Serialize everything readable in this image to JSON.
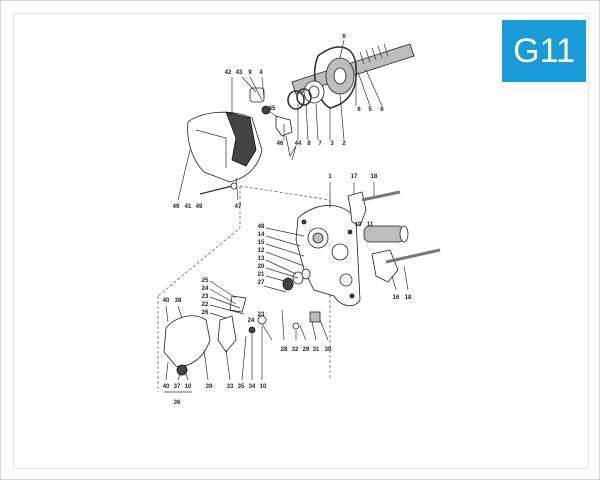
{
  "badge": {
    "text": "G11",
    "color": "#1a9bd7"
  },
  "callouts": [
    "6",
    "42",
    "43",
    "9",
    "4",
    "45",
    "46",
    "44",
    "8",
    "7",
    "3",
    "2",
    "6",
    "5",
    "6",
    "49",
    "41",
    "49",
    "47",
    "1",
    "17",
    "18",
    "19",
    "11",
    "48",
    "14",
    "15",
    "12",
    "13",
    "20",
    "21",
    "27",
    "16",
    "18",
    "25",
    "24",
    "23",
    "22",
    "26",
    "24",
    "40",
    "38",
    "23",
    "28",
    "32",
    "29",
    "31",
    "30",
    "40",
    "37",
    "10",
    "39",
    "33",
    "35",
    "34",
    "10",
    "36"
  ]
}
